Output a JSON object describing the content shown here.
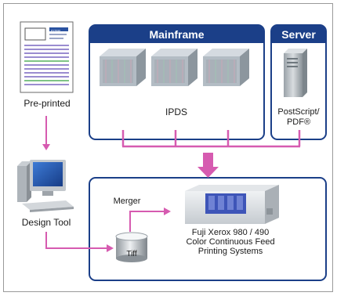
{
  "panels": {
    "mainframe_title": "Mainframe",
    "server_title": "Server"
  },
  "labels": {
    "preprinted": "Pre-printed",
    "design_tool": "Design Tool",
    "ipds": "IPDS",
    "postscript": "PostScript/",
    "pdf": "PDF®",
    "merger": "Merger",
    "tiff": "Tiff",
    "printer_line1": "Fuji Xerox 980 / 490",
    "printer_line2": "Color Continuous Feed",
    "printer_line3": "Printing Systems"
  },
  "document": {
    "header_text": "IDTER"
  },
  "colors": {
    "panel_blue": "#1b3f88",
    "arrow_pink": "#d65bb0",
    "doc_line_purple": "#9a8cd0",
    "doc_line_green": "#7fc486"
  }
}
